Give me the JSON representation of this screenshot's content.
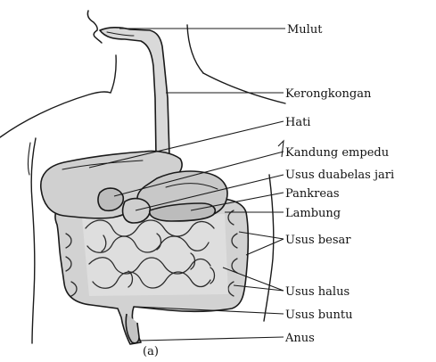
{
  "diagram": {
    "caption": "(a)",
    "colors": {
      "ink": "#1a1a1a",
      "organ_fill": "#d9d9d9",
      "organ_fill_dark": "#c4c4c4",
      "background": "#ffffff"
    },
    "labels": [
      {
        "id": "mulut",
        "text": "Mulut"
      },
      {
        "id": "kerongkongan",
        "text": "Kerongkongan"
      },
      {
        "id": "hati",
        "text": "Hati"
      },
      {
        "id": "kandung-empedu",
        "text": "Kandung empedu"
      },
      {
        "id": "usus-duabelas-jari",
        "text": "Usus duabelas jari"
      },
      {
        "id": "pankreas",
        "text": "Pankreas"
      },
      {
        "id": "lambung",
        "text": "Lambung"
      },
      {
        "id": "usus-besar",
        "text": "Usus besar"
      },
      {
        "id": "usus-halus",
        "text": "Usus halus"
      },
      {
        "id": "usus-buntu",
        "text": "Usus buntu"
      },
      {
        "id": "anus",
        "text": "Anus"
      }
    ]
  }
}
